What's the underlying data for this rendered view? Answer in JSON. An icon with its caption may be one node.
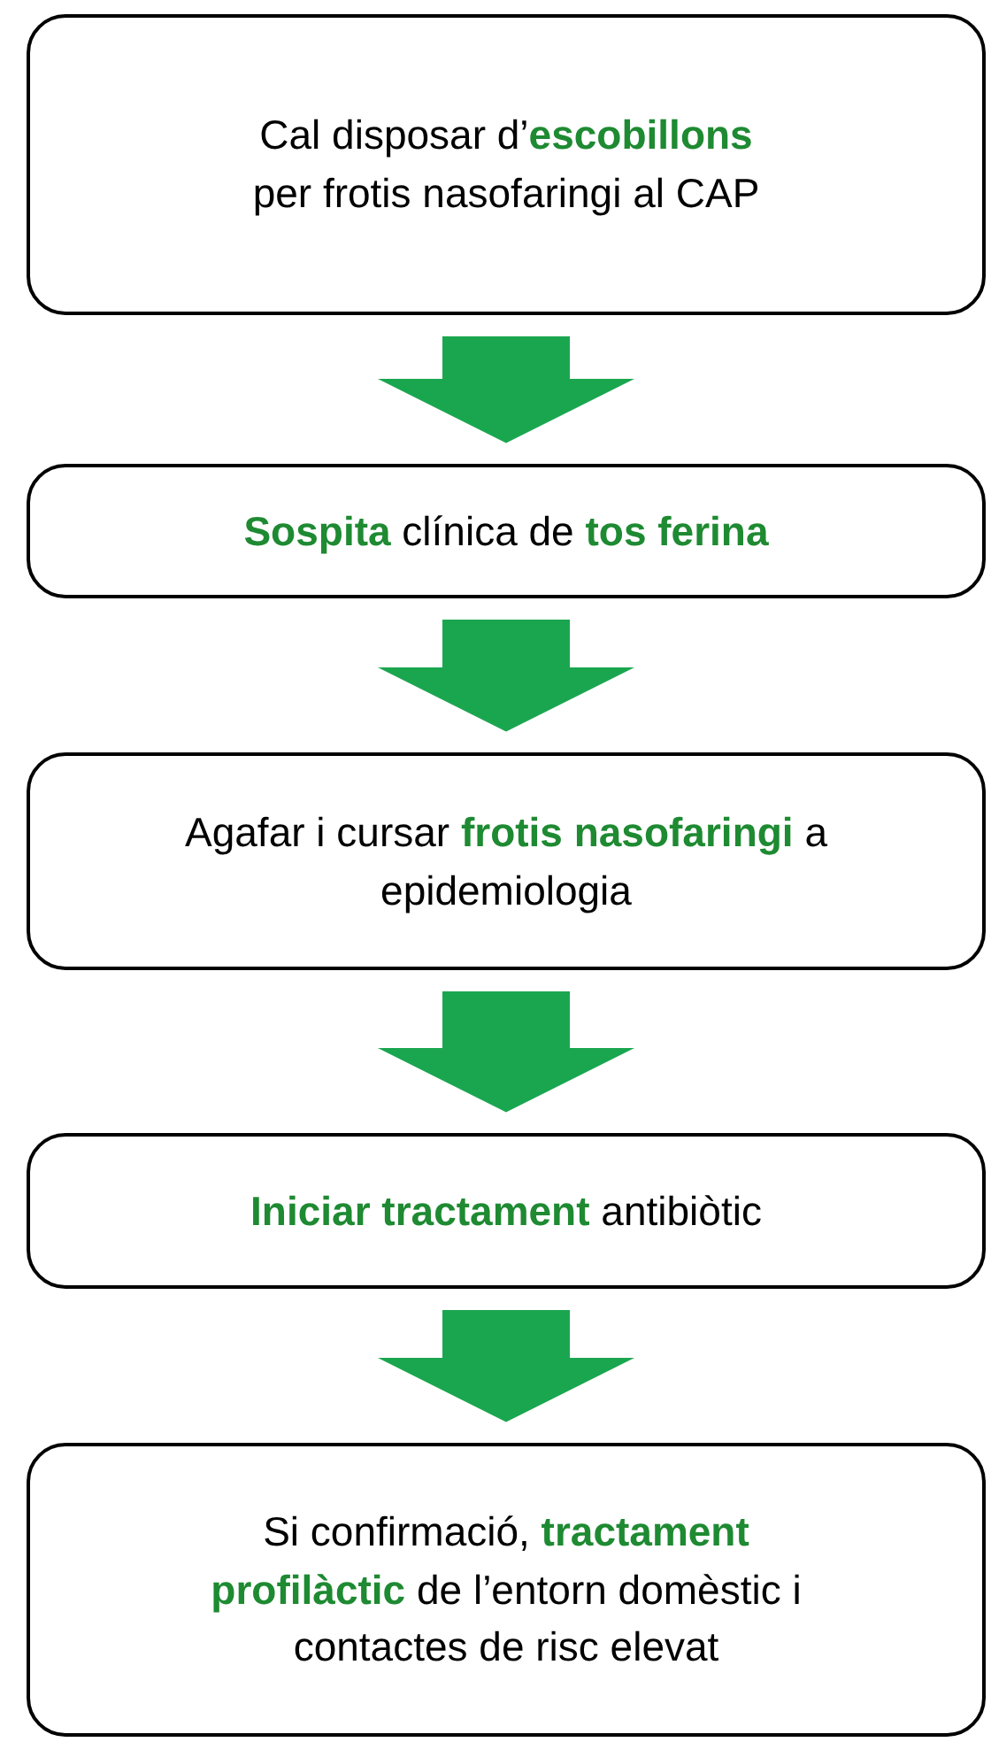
{
  "diagram": {
    "nodes": [
      {
        "text": [
          "Cal disposar d’**escobillons** per frotis nasofaringi al CAP"
        ]
      },
      {
        "text": [
          "**Sospita** clínica de **tos ferina**"
        ]
      },
      {
        "text": [
          "Agafar i cursar **frotis nasofaringi** a epidemiologia"
        ]
      },
      {
        "text": [
          "**Iniciar tractament** antibiòtic"
        ]
      },
      {
        "text": [
          "Si confirmació, **tractament profilàctic** de l’entorn domèstic i contactes de risc elevat"
        ]
      }
    ],
    "edges": [
      {
        "from": 0,
        "to": 1,
        "arrow": "to"
      },
      {
        "from": 1,
        "to": 2,
        "arrow": "to"
      },
      {
        "from": 2,
        "to": 3,
        "arrow": "to"
      },
      {
        "from": 3,
        "to": 4,
        "arrow": "to"
      }
    ]
  }
}
